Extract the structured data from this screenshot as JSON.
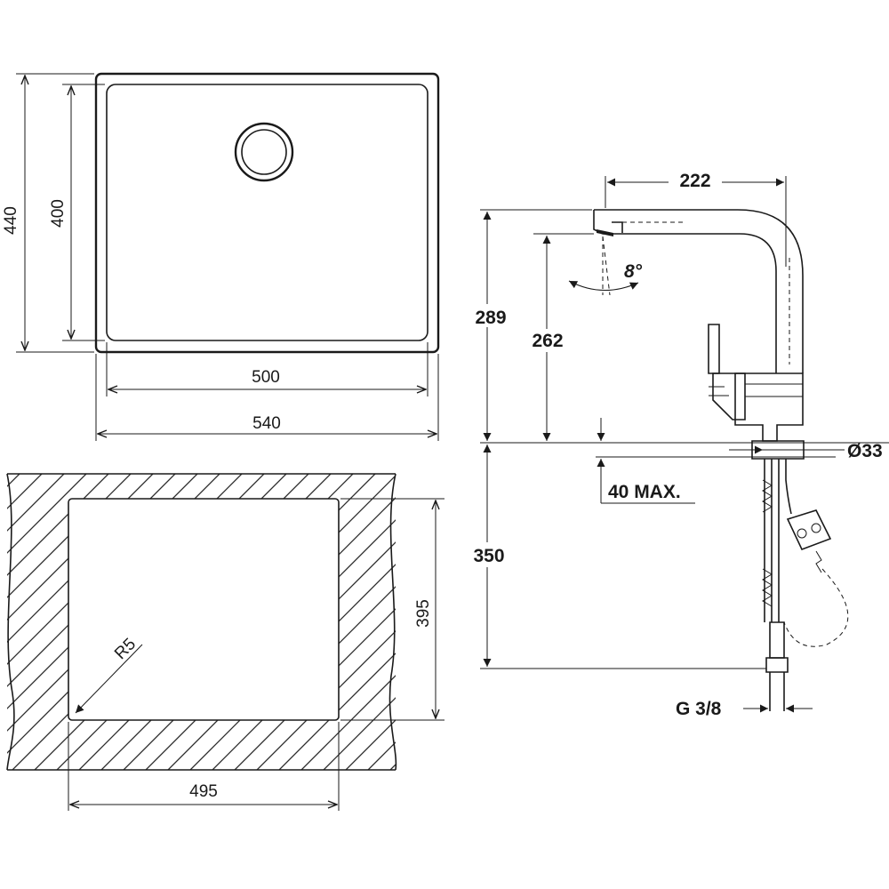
{
  "sink_top_view": {
    "dim_outer_height": "440",
    "dim_inner_height": "400",
    "dim_inner_width": "500",
    "dim_outer_width": "540"
  },
  "cutout_view": {
    "dim_height": "395",
    "dim_width": "495",
    "corner_radius": "R5"
  },
  "faucet_view": {
    "dim_reach": "222",
    "dim_total_height": "289",
    "dim_spout_height": "262",
    "spray_angle": "8°",
    "dim_hole_diameter": "Ø33",
    "dim_deck_thickness": "40 MAX.",
    "dim_hose_length": "350",
    "connection_thread": "G 3/8"
  }
}
